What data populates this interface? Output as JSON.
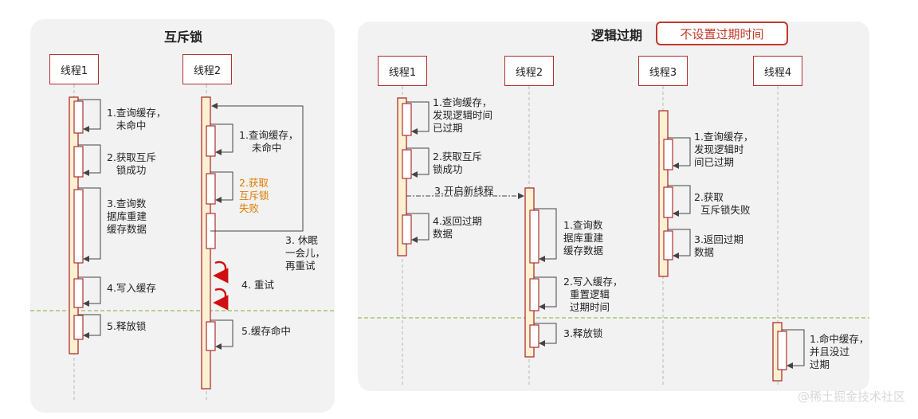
{
  "left": {
    "title": "互斥锁",
    "threads": [
      "线程1",
      "线程2"
    ],
    "t1_steps": [
      "1.查询缓存，\n   未命中",
      "2.获取互斥\n   锁成功",
      "3.查询数\n据库重建\n缓存数据",
      "4.写入缓存",
      "5.释放锁"
    ],
    "t2_steps": [
      "1.查询缓存，\n    未命中",
      "2.获取\n互斥锁\n失败",
      "3. 休眠\n一会儿，\n再重试",
      "4. 重试",
      "5.缓存命中"
    ]
  },
  "right": {
    "title": "逻辑过期",
    "badge": "不设置过期时间",
    "threads": [
      "线程1",
      "线程2",
      "线程3",
      "线程4"
    ],
    "t1_steps": [
      "1.查询缓存，\n发现逻辑时间\n已过期",
      "2.获取互斥\n锁成功",
      "3.开启新线程",
      "4.返回过期\n数据"
    ],
    "t2_steps": [
      "1.查询数\n据库重建\n缓存数据",
      "2.写入缓存，\n  重置逻辑\n  过期时间",
      "3.释放锁"
    ],
    "t3_steps": [
      "1.查询缓存，\n发现逻辑时\n间已过期",
      "2.获取\n  互斥锁失败",
      "3.返回过期\n数据"
    ],
    "t4_steps": [
      "1.命中缓存，\n并且没过\n过期"
    ]
  },
  "watermark": "@稀土掘金技术社区",
  "colors": {
    "activation_fill": "#fdf1d2",
    "border_red": "#b03030",
    "accent_orange": "#e07b00",
    "divider": "#9bbb59"
  }
}
